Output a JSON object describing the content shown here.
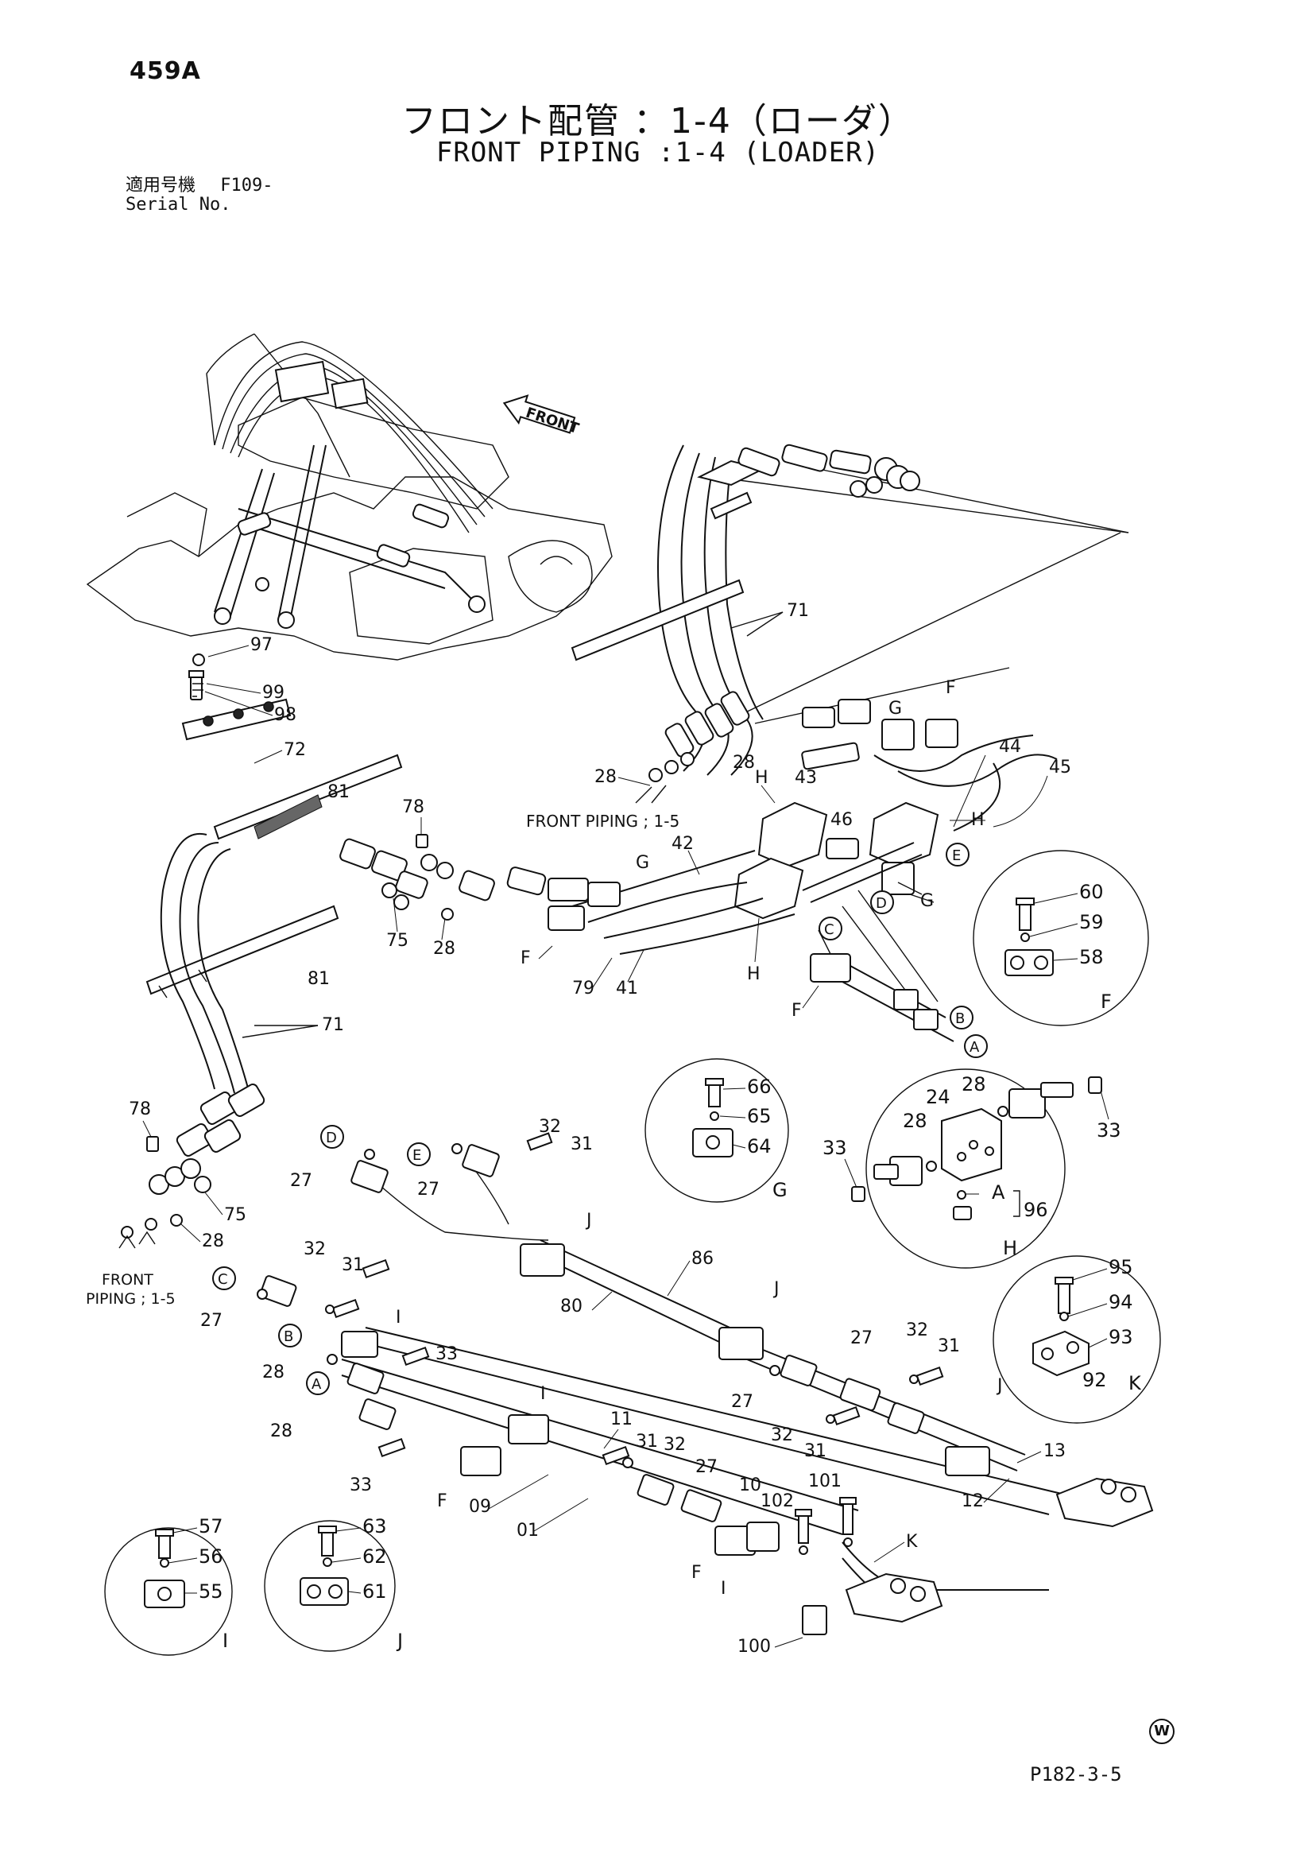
{
  "header": {
    "page_number": "459A",
    "title_jp": "フロント配管 ：1-4（ローダ）",
    "title_en": "FRONT PIPING :1-4 (LOADER)",
    "serial_label_jp": "適用号機",
    "serial_value": "F109-",
    "serial_label_en": "Serial No."
  },
  "footer": {
    "code": "P182-3-5",
    "mark": "W"
  },
  "direction_arrow": "FRONT",
  "cross_refs": {
    "front_piping_1": "FRONT PIPING ; 1-5",
    "front_piping_2_line1": "FRONT",
    "front_piping_2_line2": "PIPING ; 1-5"
  },
  "detail_views": {
    "F": {
      "letter": "F",
      "parts": [
        "60",
        "59",
        "58"
      ]
    },
    "G": {
      "letter": "G",
      "parts": [
        "66",
        "65",
        "64"
      ]
    },
    "H": {
      "letter": "H",
      "parts": [
        "24",
        "28",
        "28",
        "33",
        "33",
        "A",
        "96"
      ]
    },
    "K": {
      "letter": "K",
      "parts": [
        "95",
        "94",
        "93",
        "92"
      ]
    },
    "I": {
      "letter": "I",
      "parts": [
        "57",
        "56",
        "55"
      ]
    },
    "J": {
      "letter": "J",
      "parts": [
        "63",
        "62",
        "61"
      ]
    }
  },
  "callouts": {
    "c97": "97",
    "c99": "99",
    "c98": "98",
    "c72": "72",
    "c81a": "81",
    "c81b": "81",
    "c78a": "78",
    "c78b": "78",
    "c75a": "75",
    "c75b": "75",
    "c28a": "28",
    "c28b": "28",
    "c28c": "28",
    "c28d": "28",
    "c28e": "28",
    "c28f": "28",
    "c71a": "71",
    "c71b": "71",
    "c42": "42",
    "c43": "43",
    "c44": "44",
    "c45": "45",
    "c46": "46",
    "c41": "41",
    "c79": "79",
    "c27a": "27",
    "c27b": "27",
    "c27c": "27",
    "c27d": "27",
    "c27e": "27",
    "c27f": "27",
    "c32a": "32",
    "c32b": "32",
    "c32c": "32",
    "c32d": "32",
    "c32e": "32",
    "c31a": "31",
    "c31b": "31",
    "c31c": "31",
    "c31d": "31",
    "c31e": "31",
    "c33a": "33",
    "c33b": "33",
    "c86": "86",
    "c80": "80",
    "c11": "11",
    "c10": "10",
    "c09": "09",
    "c01": "01",
    "c12": "12",
    "c13": "13",
    "c100": "100",
    "c101": "101",
    "c102": "102",
    "cF1": "F",
    "cF2": "F",
    "cF3": "F",
    "cF4": "F",
    "cF5": "F",
    "cG1": "G",
    "cG2": "G",
    "cG3": "G",
    "cH1": "H",
    "cH2": "H",
    "cH3": "H",
    "cI1": "I",
    "cI2": "I",
    "cI3": "I",
    "cJ1": "J",
    "cJ2": "J",
    "cJ3": "J",
    "cK1": "K"
  },
  "circle_refs": {
    "A1": "A",
    "B1": "B",
    "C1": "C",
    "D1": "D",
    "E1": "E",
    "A2": "A",
    "B2": "B",
    "C2": "C",
    "D2": "D",
    "E2": "E"
  }
}
